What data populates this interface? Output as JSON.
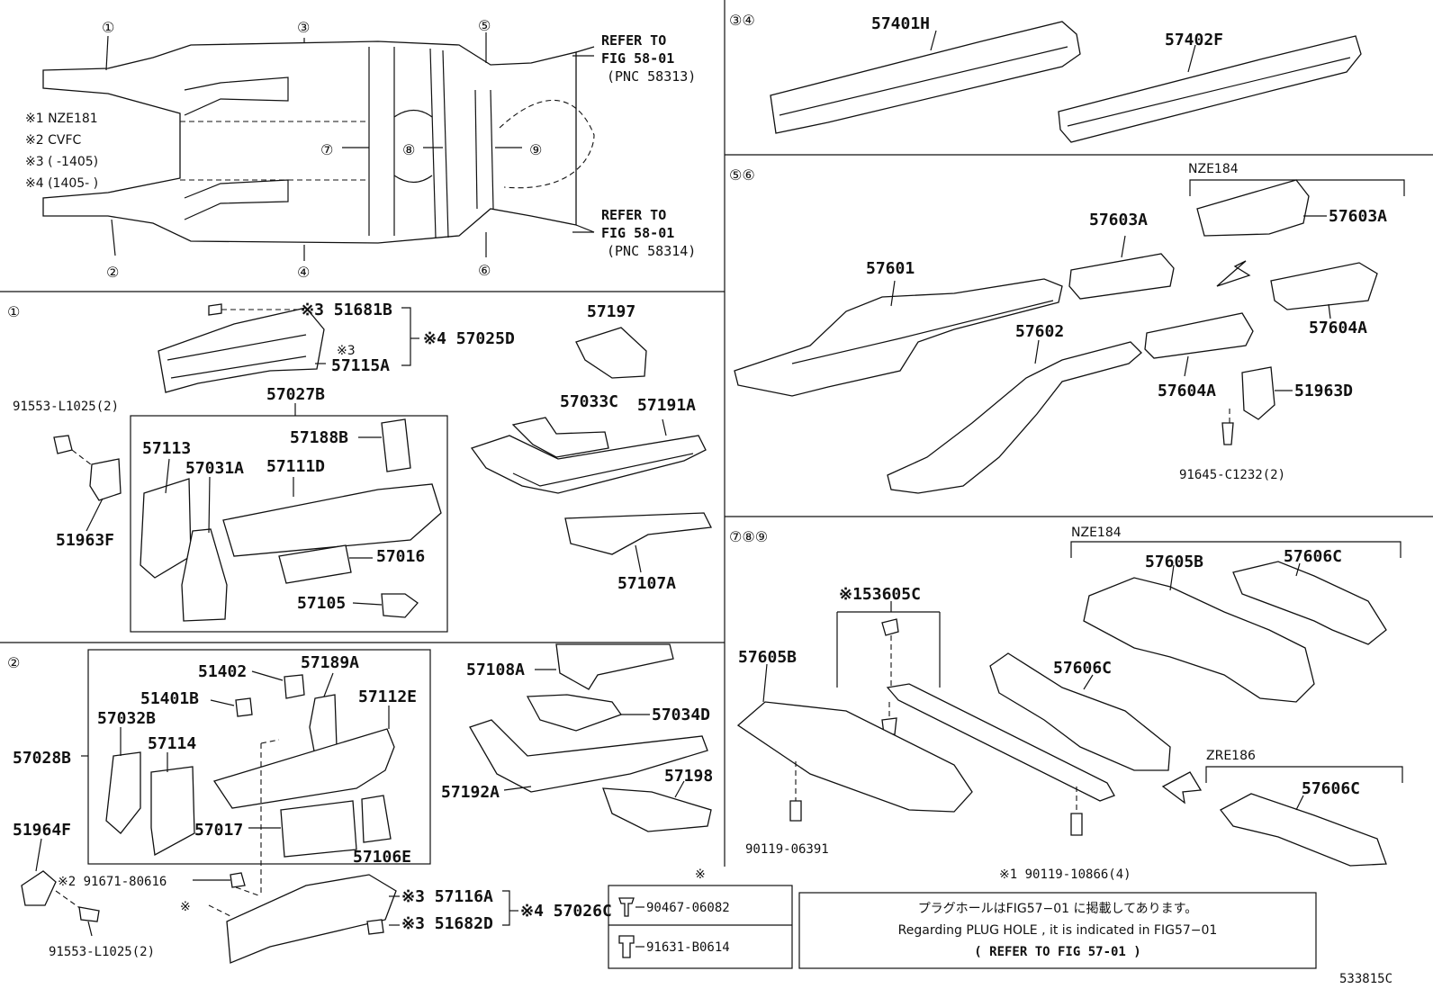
{
  "overview": {
    "callouts": [
      "①",
      "②",
      "③",
      "④",
      "⑤",
      "⑥",
      "⑦",
      "⑧",
      "⑨"
    ],
    "notes": [
      "※1 NZE181",
      "※2 CVFC",
      "※3 (      -1405)",
      "※4 (1405-      )"
    ],
    "refer_top": [
      "REFER TO",
      "FIG 58-01",
      "(PNC 58313)"
    ],
    "refer_bottom": [
      "REFER TO",
      "FIG 58-01",
      "(PNC 58314)"
    ]
  },
  "section_1": {
    "title": "①",
    "labels": {
      "p51681B": "※3 51681B",
      "p57115A_note": "※3",
      "p57115A": "57115A",
      "p57025D": "※4 57025D",
      "p57197": "57197",
      "p91553": "91553-L1025(2)",
      "p57027B": "57027B",
      "p57188B": "57188B",
      "p57033C": "57033C",
      "p57191A": "57191A",
      "p57113": "57113",
      "p57031A": "57031A",
      "p57111D": "57111D",
      "p51963F": "51963F",
      "p57016": "57016",
      "p57105": "57105",
      "p57107A": "57107A"
    }
  },
  "section_2": {
    "title": "②",
    "labels": {
      "p51402": "51402",
      "p57189A": "57189A",
      "p57108A": "57108A",
      "p51401B": "51401B",
      "p57112E": "57112E",
      "p57032B": "57032B",
      "p57034D": "57034D",
      "p57114": "57114",
      "p57028B": "57028B",
      "p57192A": "57192A",
      "p57198": "57198",
      "p51964F": "51964F",
      "p57017": "57017",
      "p57106E": "57106E",
      "p91671": "※2 91671-80616",
      "note_x": "※",
      "p57116A": "※3 57116A",
      "p57026C": "※4 57026C",
      "p51682D": "※3 51682D",
      "p91553b": "91553-L1025(2)"
    }
  },
  "fastener_box": {
    "header": "※",
    "items": [
      "90467-06082",
      "91631-B0614"
    ]
  },
  "plug_note": {
    "line1": "プラグホールはFIG57−01 に掲載してあります。",
    "line2": "Regarding PLUG HOLE , it is indicated in FIG57−01",
    "line3": "(   REFER TO FIG 57-01   )"
  },
  "section_34": {
    "title": "③④",
    "labels": {
      "p57401H": "57401H",
      "p57402F": "57402F"
    }
  },
  "section_56": {
    "title": "⑤⑥",
    "labels": {
      "nze184": "NZE184",
      "p57603A_a": "57603A",
      "p57603A_b": "57603A",
      "p57601": "57601",
      "p57602": "57602",
      "p57604A_a": "57604A",
      "p57604A_b": "57604A",
      "p51963D": "51963D",
      "p91645": "91645-C1232(2)"
    }
  },
  "section_789": {
    "title": "⑦⑧⑨",
    "labels": {
      "nze184": "NZE184",
      "p57605B_a": "57605B",
      "p57606C_a": "57606C",
      "p53605C": "※153605C",
      "p57605B_b": "57605B",
      "p57606C_b": "57606C",
      "zre186": "ZRE186",
      "p57606C_c": "57606C",
      "p90119a": "90119-06391",
      "p90119b": "※1 90119-10866(4)"
    }
  },
  "figure_code": "533815C"
}
